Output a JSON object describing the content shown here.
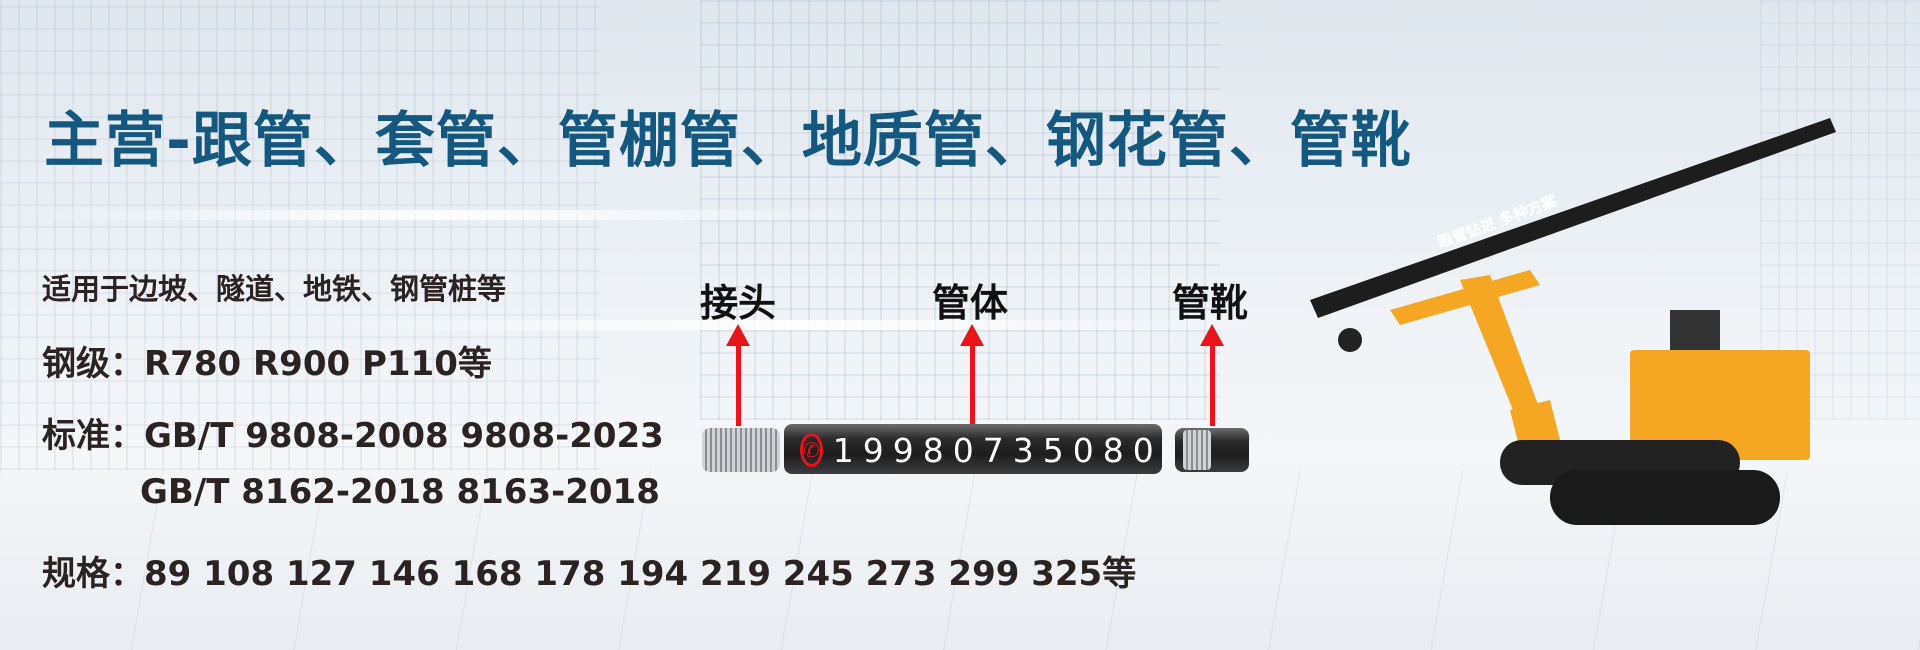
{
  "title": "主营-跟管、套管、管棚管、地质管、钢花管、管靴",
  "lines": {
    "application": "适用于边坡、隧道、地铁、钢管桩等",
    "grade": "钢级：R780 R900 P110等",
    "standard_1": "标准：GB/T 9808-2008  9808-2023",
    "standard_2": "GB/T 8162-2018   8163-2018",
    "sizes": "规格：89 108 127 146 168 178 194 219 245 273 299 325等"
  },
  "parts": {
    "joint": "接头",
    "body": "管体",
    "shoe": "管靴"
  },
  "phone": "19980735080",
  "rig_slogan": "跟管钻进 多种方案",
  "colors": {
    "title": "#14587f",
    "text": "#2b2222",
    "arrow": "#e8141a",
    "rig": "#f5a623"
  }
}
